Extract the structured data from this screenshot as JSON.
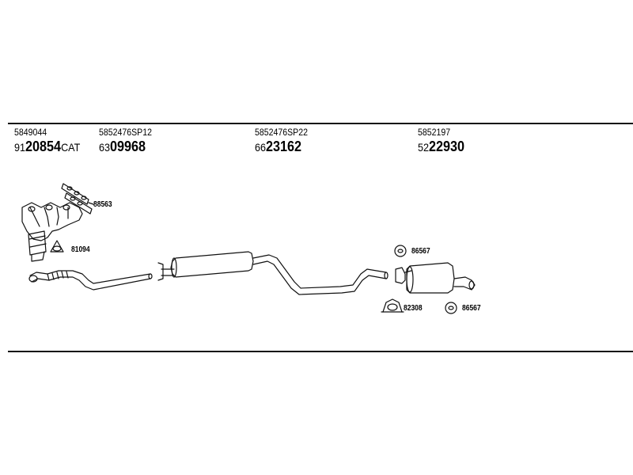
{
  "parts": [
    {
      "ref": "5849044",
      "prefix": "91",
      "main": "20854",
      "suffix": "CAT"
    },
    {
      "ref": "5852476SP12",
      "prefix": "63",
      "main": "09968",
      "suffix": ""
    },
    {
      "ref": "5852476SP22",
      "prefix": "66",
      "main": "23162",
      "suffix": ""
    },
    {
      "ref": "5852197",
      "prefix": "52",
      "main": "22930",
      "suffix": ""
    }
  ],
  "accessories": {
    "gasket": "88563",
    "ring_left": "81094",
    "mount_upper": "86567",
    "clamp": "82308",
    "mount_lower": "86567"
  }
}
